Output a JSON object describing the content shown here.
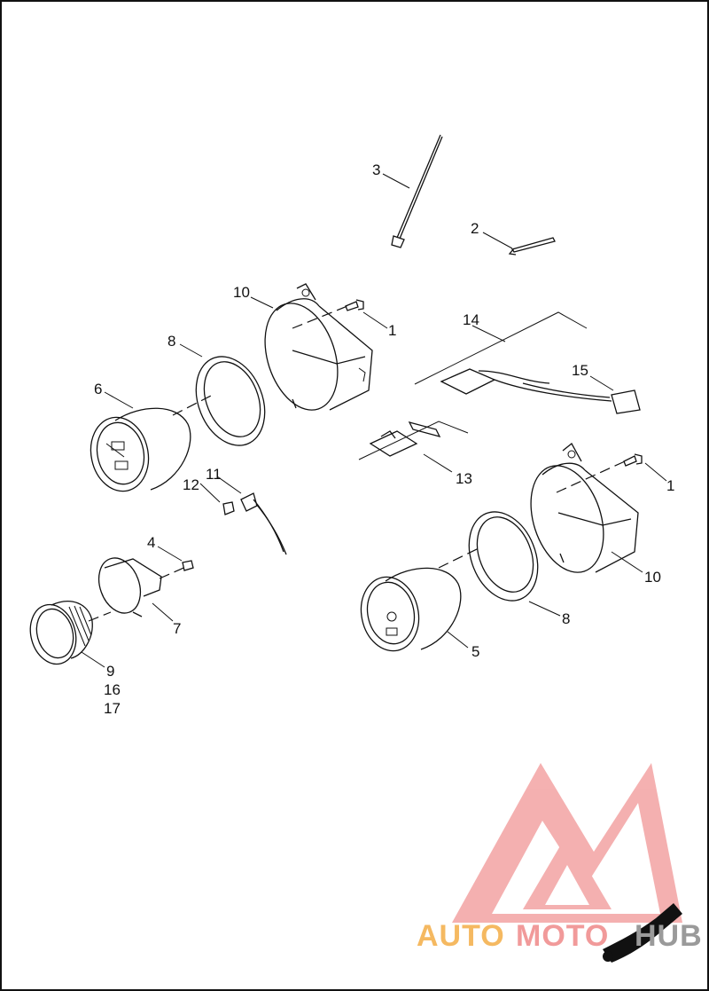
{
  "callouts": [
    {
      "id": "c1a",
      "label": "1"
    },
    {
      "id": "c1b",
      "label": "1"
    },
    {
      "id": "c2",
      "label": "2"
    },
    {
      "id": "c3",
      "label": "3"
    },
    {
      "id": "c4",
      "label": "4"
    },
    {
      "id": "c5",
      "label": "5"
    },
    {
      "id": "c6",
      "label": "6"
    },
    {
      "id": "c7",
      "label": "7"
    },
    {
      "id": "c8a",
      "label": "8"
    },
    {
      "id": "c8b",
      "label": "8"
    },
    {
      "id": "c9",
      "label": "9"
    },
    {
      "id": "c10a",
      "label": "10"
    },
    {
      "id": "c10b",
      "label": "10"
    },
    {
      "id": "c11",
      "label": "11"
    },
    {
      "id": "c12",
      "label": "12"
    },
    {
      "id": "c13",
      "label": "13"
    },
    {
      "id": "c14",
      "label": "14"
    },
    {
      "id": "c15",
      "label": "15"
    },
    {
      "id": "c16",
      "label": "16"
    },
    {
      "id": "c17",
      "label": "17"
    }
  ],
  "watermark": {
    "part1": "AUTO",
    "part2": "MOTO",
    "part3": "HUB",
    "colors": {
      "auto": "#f5b961",
      "moto": "#f19a9a",
      "hub": "#9a9a9a",
      "logo": "#ee7d7d"
    }
  }
}
